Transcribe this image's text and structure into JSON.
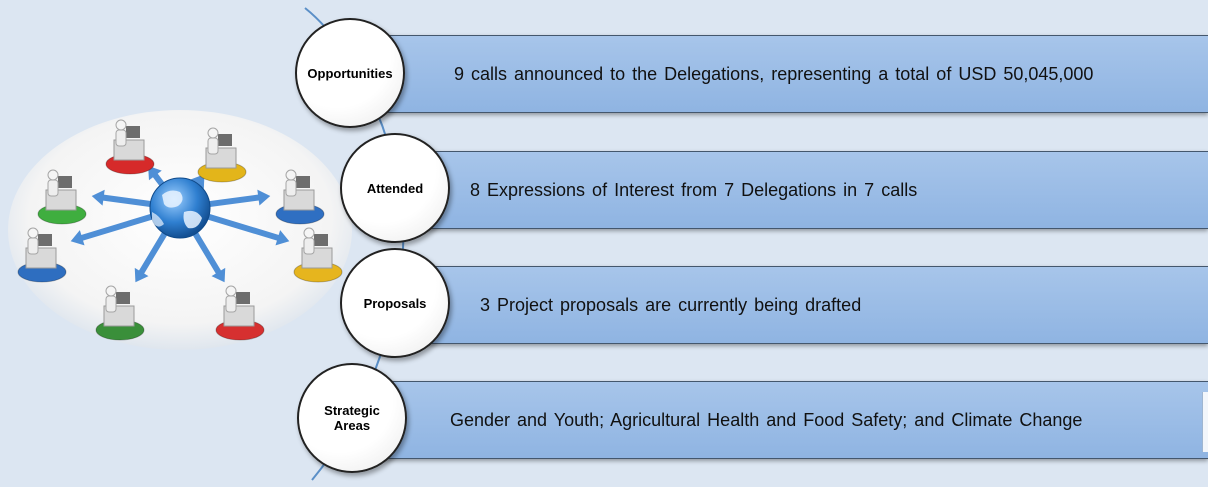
{
  "rows": [
    {
      "label": "Opportunities",
      "text": "9 calls announced to the Delegations, representing a total of USD 50,045,000"
    },
    {
      "label": "Attended",
      "text": "8 Expressions of Interest from 7 Delegations in 7 calls"
    },
    {
      "label": "Proposals",
      "text": "3 Project proposals are currently being drafted"
    },
    {
      "label": "Strategic\nAreas",
      "text": "Gender and Youth; Agricultural Health and Food Safety; and Climate Change"
    }
  ],
  "illustration": {
    "icon": "globe-network-icon",
    "station_colors": [
      "#d62a2a",
      "#e3b51a",
      "#3a8f3a",
      "#2f6fc2",
      "#3fae3f",
      "#d63030",
      "#e6b51e",
      "#2e6ec0"
    ]
  },
  "colors": {
    "background": "#dce6f2",
    "bar": "#9dbde6",
    "connector": "#5b8fc7"
  }
}
